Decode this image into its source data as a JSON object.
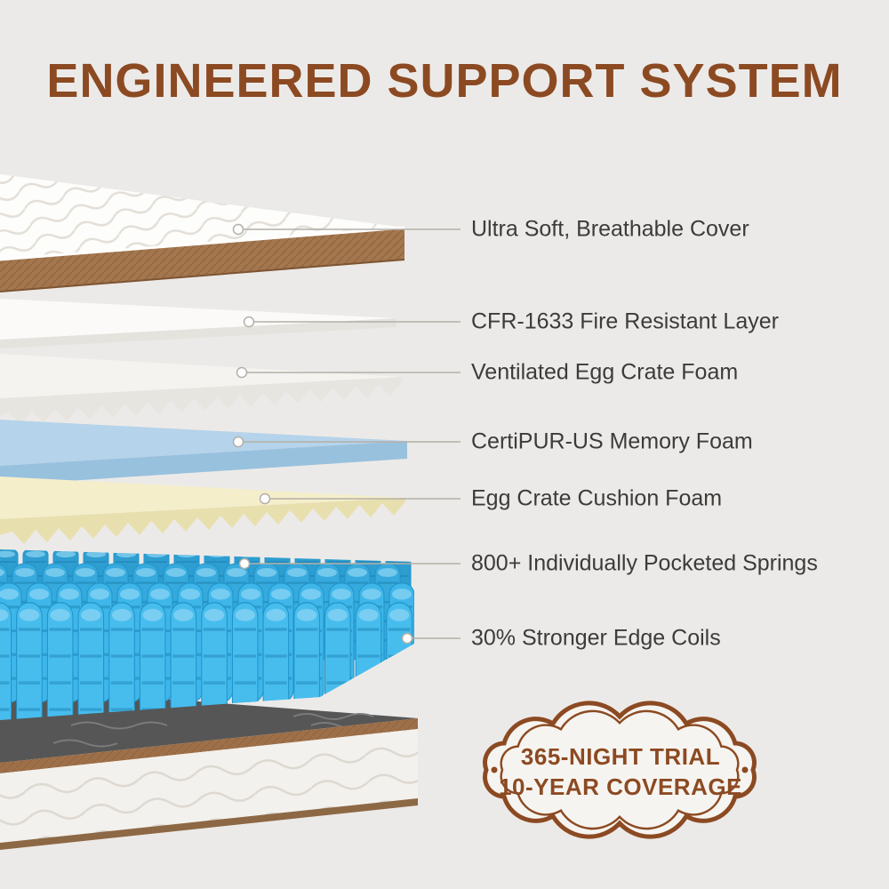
{
  "title": "ENGINEERED SUPPORT SYSTEM",
  "callouts": [
    {
      "label": "Ultra Soft, Breathable Cover"
    },
    {
      "label": "CFR-1633 Fire Resistant Layer"
    },
    {
      "label": "Ventilated Egg Crate Foam"
    },
    {
      "label": "CertiPUR-US Memory Foam"
    },
    {
      "label": "Egg Crate Cushion Foam"
    },
    {
      "label": "800+ Individually Pocketed Springs"
    },
    {
      "label": "30% Stronger Edge Coils"
    }
  ],
  "badge": {
    "line1": "365-NIGHT TRIAL",
    "line2": "10-YEAR COVERAGE"
  },
  "colors": {
    "title_brown": "#8C4A22",
    "label_text": "#3D3B38",
    "background": "#ECEAE8",
    "cover_edge_brown": "#A4774E",
    "memory_foam_blue": "#B5D3EA",
    "cushion_cream": "#F4EECB",
    "spring_blue": "#3CB4E8",
    "base_dark": "#565656",
    "badge_brown": "#8C4A22"
  }
}
